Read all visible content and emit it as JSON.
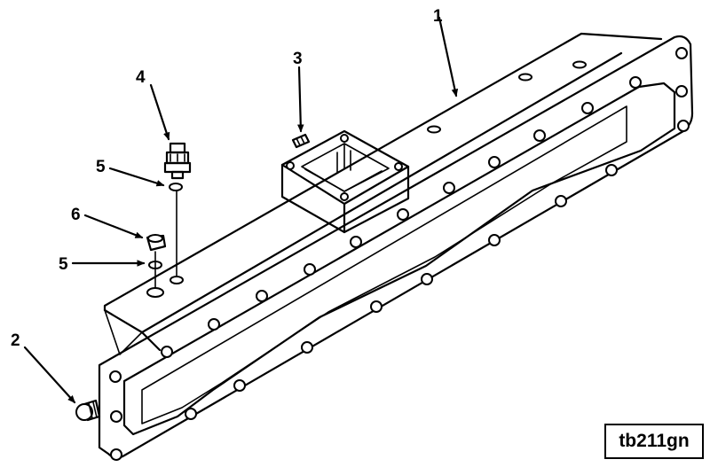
{
  "figure_id": "tb211gn",
  "callouts": [
    "1",
    "2",
    "3",
    "4",
    "5",
    "5",
    "6"
  ]
}
